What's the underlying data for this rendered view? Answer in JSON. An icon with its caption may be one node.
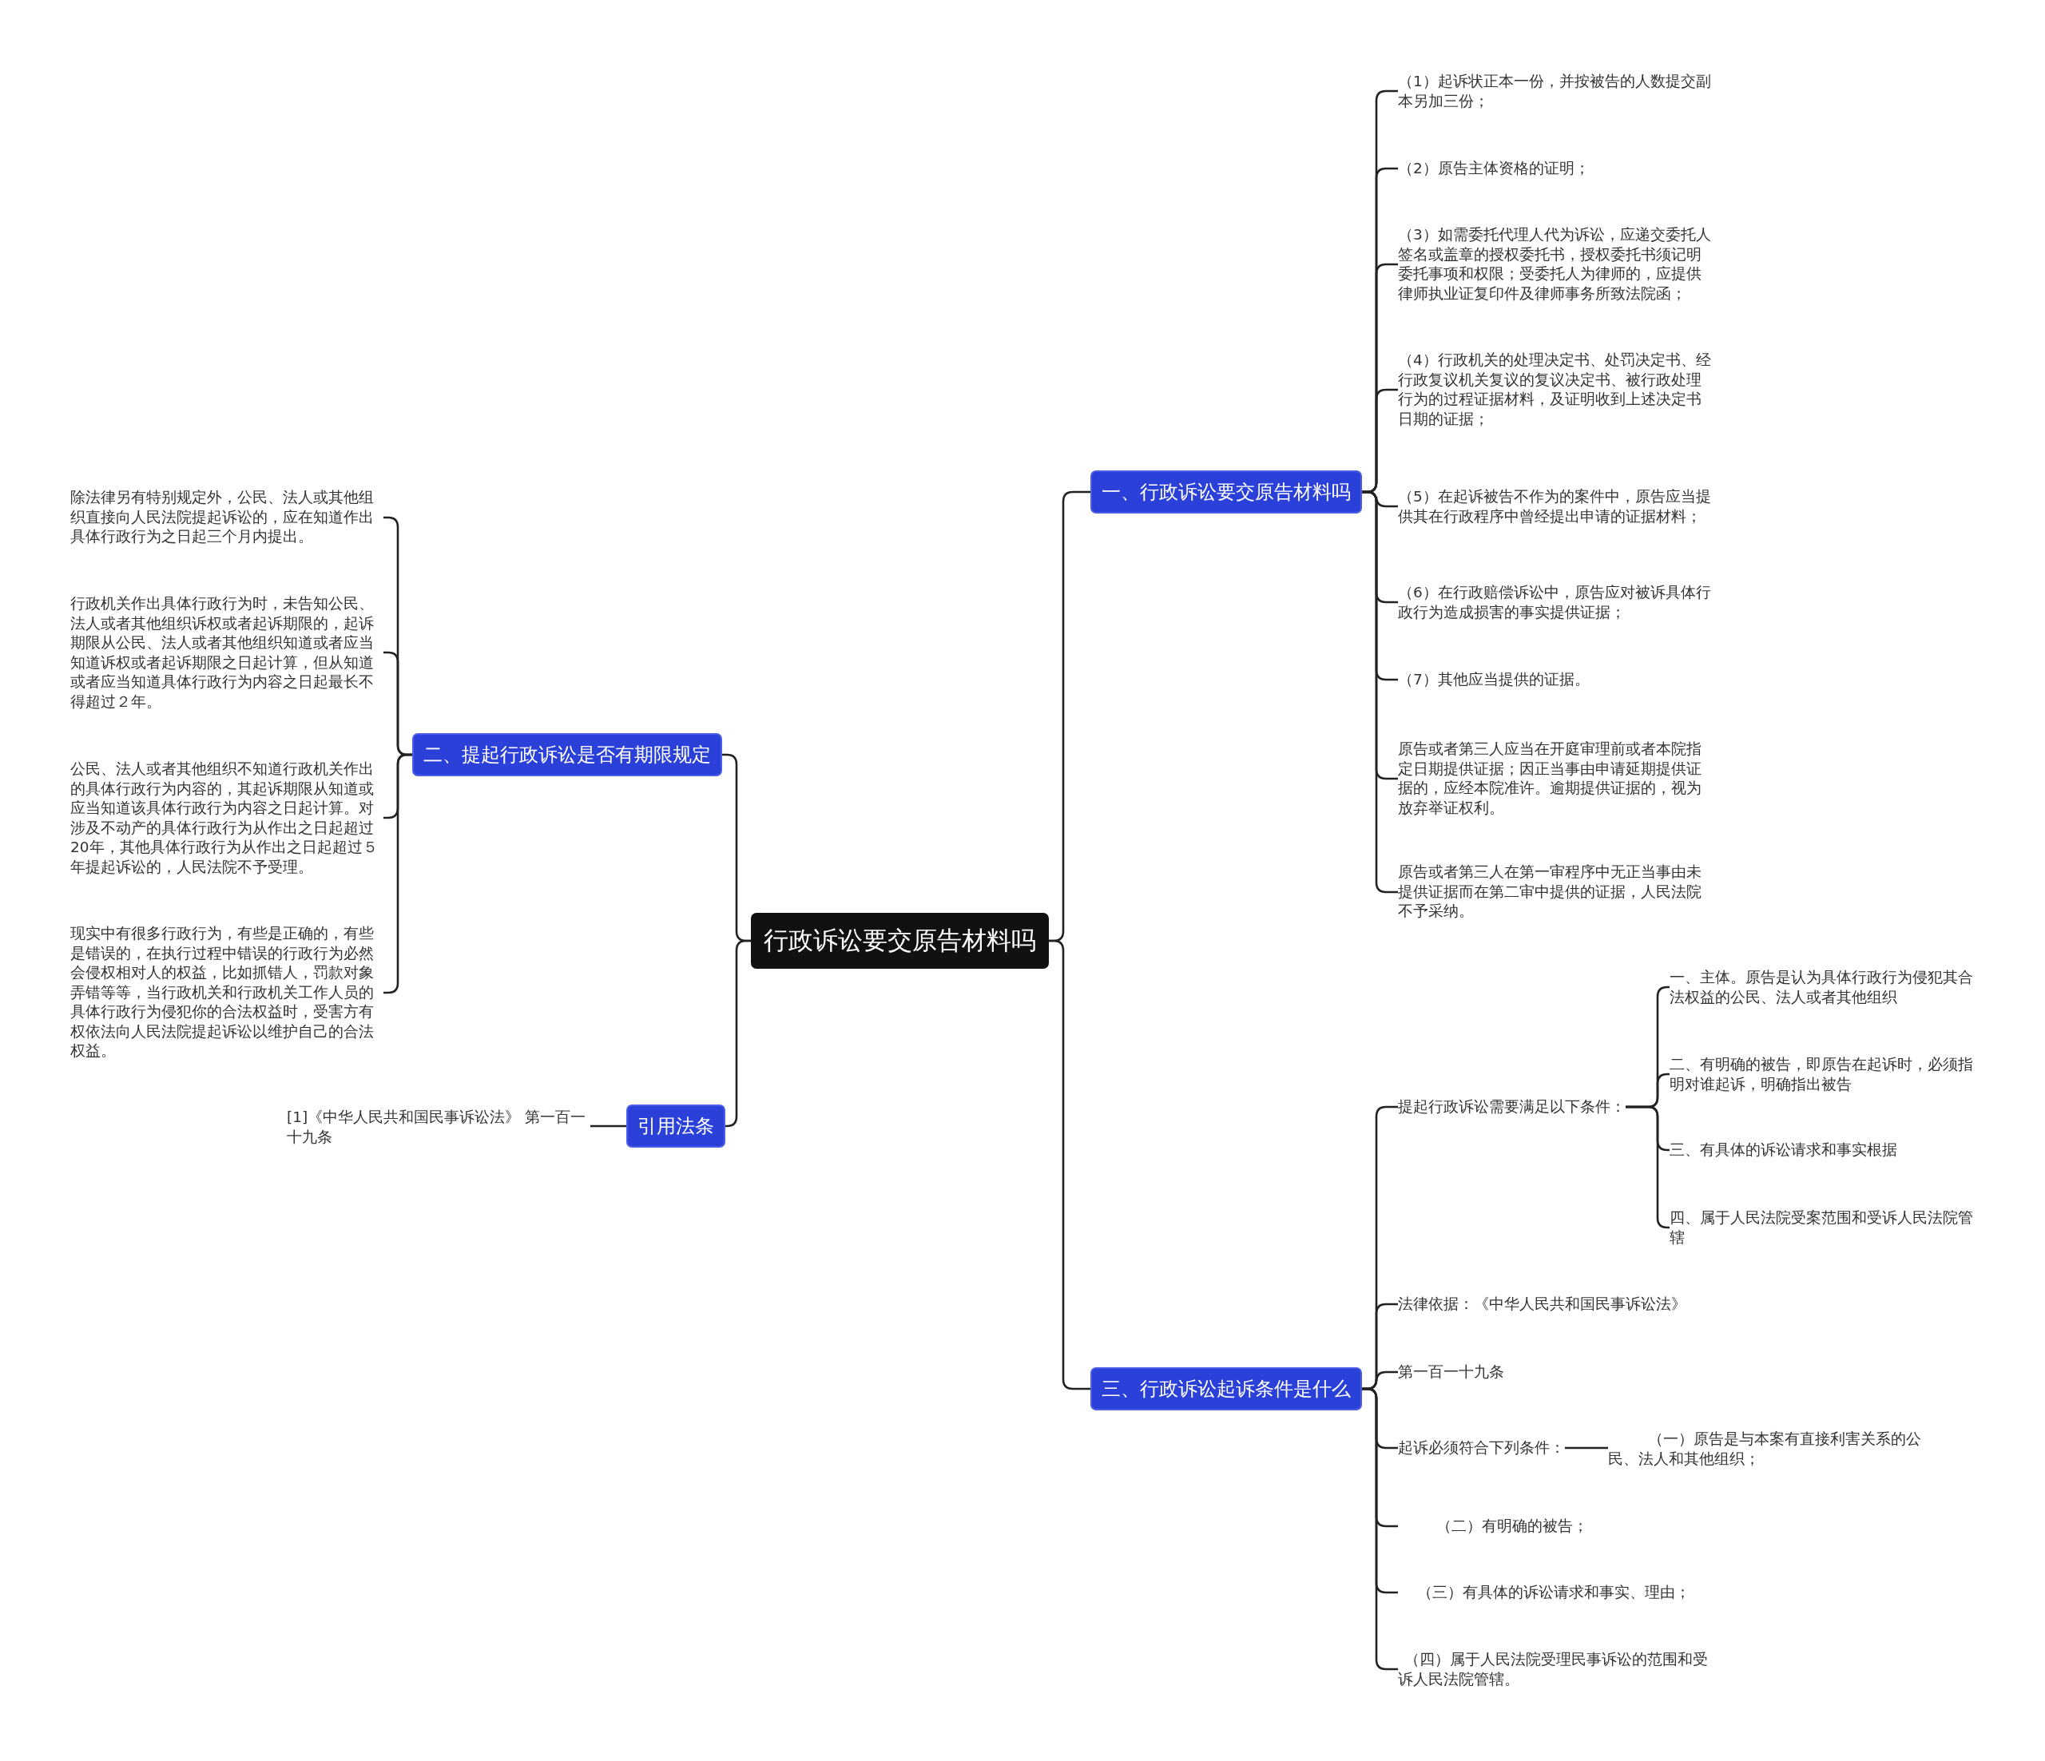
{
  "diagram": {
    "nodes": [
      {
        "text": [
          "行政诉讼要交原告材料吗"
        ]
      },
      {
        "text": [
          "一、行政诉讼要交原告材料吗"
        ]
      },
      {
        "text": [
          "（1）起诉状正本一份，并按被告的人数提交副本另加三份；"
        ]
      },
      {
        "text": [
          "（2）原告主体资格的证明；"
        ]
      },
      {
        "text": [
          "（3）如需委托代理人代为诉讼，应递交委托人签名或盖章的授权委托书，授权委托书须记明委托事项和权限；受委托人为律师的，应提供律师执业证复印件及律师事务所致法院函；"
        ]
      },
      {
        "text": [
          "（4）行政机关的处理决定书、处罚决定书、经行政复议机关复议的复议决定书、被行政处理行为的过程证据材料，及证明收到上述决定书日期的证据；"
        ]
      },
      {
        "text": [
          "（5）在起诉被告不作为的案件中，原告应当提供其在行政程序中曾经提出申请的证据材料；"
        ]
      },
      {
        "text": [
          "（6）在行政赔偿诉讼中，原告应对被诉具体行政行为造成损害的事实提供证据；"
        ]
      },
      {
        "text": [
          "（7）其他应当提供的证据。"
        ]
      },
      {
        "text": [
          "原告或者第三人应当在开庭审理前或者本院指定日期提供证据；因正当事由申请延期提供证据的，应经本院准许。逾期提供证据的，视为放弃举证权利。"
        ]
      },
      {
        "text": [
          "原告或者第三人在第一审程序中无正当事由未提供证据而在第二审中提供的证据，人民法院不予采纳。"
        ]
      },
      {
        "text": [
          "二、提起行政诉讼是否有期限规定"
        ]
      },
      {
        "text": [
          "除法律另有特别规定外，公民、法人或其他组织直接向人民法院提起诉讼的，应在知道作出具体行政行为之日起三个月内提出。"
        ]
      },
      {
        "text": [
          "行政机关作出具体行政行为时，未告知公民、法人或者其他组织诉权或者起诉期限的，起诉期限从公民、法人或者其他组织知道或者应当知道诉权或者起诉期限之日起计算，但从知道或者应当知道具体行政行为内容之日起最长不得超过２年。"
        ]
      },
      {
        "text": [
          "公民、法人或者其他组织不知道行政机关作出的具体行政行为内容的，其起诉期限从知道或应当知道该具体行政行为内容之日起计算。对涉及不动产的具体行政行为从作出之日起超过20年，其他具体行政行为从作出之日起超过５年提起诉讼的，人民法院不予受理。"
        ]
      },
      {
        "text": [
          "现实中有很多行政行为，有些是正确的，有些是错误的，在执行过程中错误的行政行为必然会侵权相对人的权益，比如抓错人，罚款对象弄错等等，当行政机关和行政机关工作人员的具体行政行为侵犯你的合法权益时，受害方有权依法向人民法院提起诉讼以维护自己的合法权益。"
        ]
      },
      {
        "text": [
          "引用法条"
        ]
      },
      {
        "text": [
          "[1]《中华人民共和国民事诉讼法》 第一百一十九条"
        ]
      },
      {
        "text": [
          "三、行政诉讼起诉条件是什么"
        ]
      },
      {
        "text": [
          "提起行政诉讼需要满足以下条件："
        ]
      },
      {
        "text": [
          "一、主体。原告是认为具体行政行为侵犯其合法权益的公民、法人或者其他组织"
        ]
      },
      {
        "text": [
          "二、有明确的被告，即原告在起诉时，必须指明对谁起诉，明确指出被告"
        ]
      },
      {
        "text": [
          "三、有具体的诉讼请求和事实根据"
        ]
      },
      {
        "text": [
          "四、属于人民法院受案范围和受诉人民法院管辖"
        ]
      },
      {
        "text": [
          "法律依据：《中华人民共和国民事诉讼法》"
        ]
      },
      {
        "text": [
          "第一百一十九条"
        ]
      },
      {
        "text": [
          "起诉必须符合下列条件："
        ]
      },
      {
        "text": [
          "（一）原告是与本案有直接利害关系的公民、法人和其他组织；"
        ]
      },
      {
        "text": [
          "（二）有明确的被告；"
        ]
      },
      {
        "text": [
          "（三）有具体的诉讼请求和事实、理由；"
        ]
      },
      {
        "text": [
          "（四）属于人民法院受理民事诉讼的范围和受诉人民法院管辖。"
        ]
      }
    ],
    "edges": [
      {
        "from": 0,
        "to": 1,
        "arrow": "none"
      },
      {
        "from": 1,
        "to": 2,
        "arrow": "none"
      },
      {
        "from": 1,
        "to": 3,
        "arrow": "none"
      },
      {
        "from": 1,
        "to": 4,
        "arrow": "none"
      },
      {
        "from": 1,
        "to": 5,
        "arrow": "none"
      },
      {
        "from": 1,
        "to": 6,
        "arrow": "none"
      },
      {
        "from": 1,
        "to": 7,
        "arrow": "none"
      },
      {
        "from": 1,
        "to": 8,
        "arrow": "none"
      },
      {
        "from": 1,
        "to": 9,
        "arrow": "none"
      },
      {
        "from": 1,
        "to": 10,
        "arrow": "none"
      },
      {
        "from": 0,
        "to": 11,
        "arrow": "none"
      },
      {
        "from": 11,
        "to": 12,
        "arrow": "none"
      },
      {
        "from": 11,
        "to": 13,
        "arrow": "none"
      },
      {
        "from": 11,
        "to": 14,
        "arrow": "none"
      },
      {
        "from": 11,
        "to": 15,
        "arrow": "none"
      },
      {
        "from": 0,
        "to": 16,
        "arrow": "none"
      },
      {
        "from": 16,
        "to": 17,
        "arrow": "none"
      },
      {
        "from": 0,
        "to": 18,
        "arrow": "none"
      },
      {
        "from": 18,
        "to": 19,
        "arrow": "none"
      },
      {
        "from": 19,
        "to": 20,
        "arrow": "none"
      },
      {
        "from": 19,
        "to": 21,
        "arrow": "none"
      },
      {
        "from": 19,
        "to": 22,
        "arrow": "none"
      },
      {
        "from": 19,
        "to": 23,
        "arrow": "none"
      },
      {
        "from": 18,
        "to": 24,
        "arrow": "none"
      },
      {
        "from": 18,
        "to": 25,
        "arrow": "none"
      },
      {
        "from": 18,
        "to": 26,
        "arrow": "none"
      },
      {
        "from": 26,
        "to": 27,
        "arrow": "none"
      },
      {
        "from": 18,
        "to": 28,
        "arrow": "none"
      },
      {
        "from": 18,
        "to": 29,
        "arrow": "none"
      },
      {
        "from": 18,
        "to": 30,
        "arrow": "none"
      }
    ]
  }
}
